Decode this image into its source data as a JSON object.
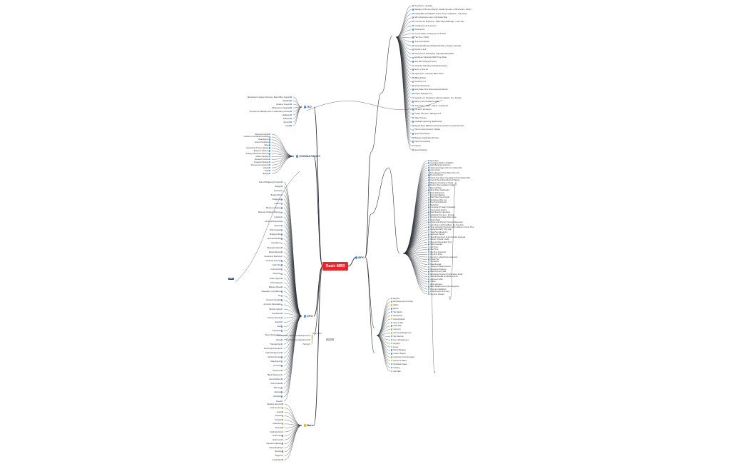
{
  "root": {
    "label": "Basic MBS"
  },
  "colors": {
    "root": "#e8262c",
    "edge": "#2b2f36",
    "dot_blue": "#4a90e2",
    "dot_orange": "#f5a623",
    "dot_green": "#7ed321",
    "dot_gray": "#9aa3ad",
    "tag": "#2b4a7d"
  },
  "branches": {
    "right_top": "BPO",
    "right_upper": "MBS",
    "left_top": "ITO",
    "left_upper": "CONSULTANCY",
    "left_mid": "CFO",
    "left_lower": "Banc",
    "left_small": "Andere",
    "left_tag": "Shared"
  },
  "upper_right": [
    {
      "text": "How Much + Quantity"
    },
    {
      "text": "Manager of the team Payroll, Handle the team • Office funds • Interim"
    },
    {
      "text": "Chargeable and Reliable source: Time Compliance • Jira testing"
    },
    {
      "text": "HR in Employee Loan • Job Roster Map"
    },
    {
      "text": "Less than 10 Employee • Takes Payroll Manager • Lean way"
    },
    {
      "text": "Compliance (1) 2 years FY"
    },
    {
      "text": "Outsourcing"
    },
    {
      "text": "If it pay Salary of Paying it is Full Time"
    },
    {
      "text": "Part Time • Shifts"
    },
    {
      "text": "Time at Employee"
    },
    {
      "text": "Automated Benefit (Weekly) Monthly • Sample Contracts"
    },
    {
      "text": "Double to Full"
    },
    {
      "text": "Check Score and Paying, Calculated Paid Value"
    },
    {
      "text": "Employee Submitted Shifts Time Sheet"
    },
    {
      "text": "New Hire Packing Process"
    },
    {
      "text": "Automate Attending Calendar Employee"
    },
    {
      "text": "Hours • Time tax"
    },
    {
      "text": "Agreement • Company Base Memo"
    },
    {
      "text": "Billing Activity"
    },
    {
      "text": "Overtime of 3"
    },
    {
      "text": "Human Resources"
    },
    {
      "text": "Entry Base Time Sheet Approval Service"
    },
    {
      "text": "Project Management"
    },
    {
      "text": "Supports of ( Timesheet ) with Compliance - No - Penalty"
    },
    {
      "text": "Daily by all Compliance Tasks"
    },
    {
      "text": "Travel Time • Office • Home • Unplanned"
    },
    {
      "text": "For each Job Report"
    },
    {
      "text": "Project Site (HC) • Management"
    },
    {
      "text": "Sales Process"
    },
    {
      "text": "Feedback gathering (Dashboard)"
    },
    {
      "text": "Report About Different Accounts Included a Contact Process"
    },
    {
      "text": "Partner Lists (Invoices Tracker)"
    },
    {
      "text": "Quote here Report"
    },
    {
      "text": "Business Application Process"
    },
    {
      "text": "Partner Processing"
    },
    {
      "text": "Partner"
    },
    {
      "text": "Event Date Set"
    }
  ],
  "lower_right": [
    {
      "text": "Execution"
    },
    {
      "text": "Integration Mode in Platform"
    },
    {
      "text": "Daily Bank Record Form"
    },
    {
      "text": "Statement Pages: Fill Out in Every Box"
    },
    {
      "text": "Auto Check"
    },
    {
      "text": "Entry Request Time Sheet from CA"
    },
    {
      "text": "Pending Period"
    },
    {
      "text": "Check Sum Box Incomplete And Completion File"
    },
    {
      "text": "Internal Time Sheet Record Tracker"
    },
    {
      "text": "Balance Consistency Check"
    },
    {
      "text": "Finance Reconciliation Update"
    },
    {
      "text": "Reconciliation"
    },
    {
      "text": "Time Sheet Dashboard"
    },
    {
      "text": "Internal Payment"
    },
    {
      "text": "Accounts Balance"
    },
    {
      "text": "Main Plan Payroll Audit"
    },
    {
      "text": "Employee Main Log"
    },
    {
      "text": "Pay Period Records"
    },
    {
      "text": "Deduction"
    },
    {
      "text": "Complete for Salary Calculator"
    },
    {
      "text": "Commission Entries"
    },
    {
      "text": "Main Benefit Calculation"
    },
    {
      "text": "Deduction Pay Run • Process"
    },
    {
      "text": "Pending (Due Date) Wise Value"
    },
    {
      "text": "Final Check"
    },
    {
      "text": "Check with Payroll, Process Adjustment"
    },
    {
      "text": "Auto Time, Full Time Bank, Fix Time Pay"
    },
    {
      "text": "Time Correction Payment with Inclusion of Over Time"
    },
    {
      "text": "Correction With Time Cap"
    },
    {
      "text": "Total Pay Adjustment"
    },
    {
      "text": "Approval, Payroll"
    },
    {
      "text": "Payroll Supervisor and Controller Approval"
    },
    {
      "text": "Report • Payroll • Audit"
    },
    {
      "text": "Payment Receivable Time"
    },
    {
      "text": "Data Overview"
    },
    {
      "text": "Full Time"
    },
    {
      "text": "Part Time"
    },
    {
      "text": "Pay Run Approved"
    },
    {
      "text": "Pay Run Final"
    },
    {
      "text": "Report to upload hours approved"
    },
    {
      "text": "Check Tax"
    },
    {
      "text": "Contractor"
    },
    {
      "text": "Date Remark"
    },
    {
      "text": "Change in Bank Account"
    },
    {
      "text": "Employee Payment"
    },
    {
      "text": "Date Payment Mail"
    },
    {
      "text": "Employee Payment Confirmation Email"
    },
    {
      "text": "Account Details and Paid Amount"
    },
    {
      "text": "Approval • Mail"
    },
    {
      "text": "Status"
    },
    {
      "text": "Bank payment"
    },
    {
      "text": "Bank Details and Confirm Payment"
    },
    {
      "text": "Payment Validation"
    },
    {
      "text": "Final Review Summary"
    },
    {
      "text": "Pay Run Closure"
    }
  ],
  "bottom_right": [
    {
      "text": "Reports"
    },
    {
      "text": "Employee pay summary"
    },
    {
      "text": "Salary"
    },
    {
      "text": "Bonus"
    },
    {
      "text": "Tax Report"
    },
    {
      "text": "Allowances"
    },
    {
      "text": "Annual Report"
    },
    {
      "text": "Year to date"
    },
    {
      "text": "Audit Plan"
    },
    {
      "text": "Year end"
    },
    {
      "text": "Account Management"
    },
    {
      "text": "Tax Records"
    },
    {
      "text": "Gen. Management"
    },
    {
      "text": "Payslips"
    },
    {
      "text": "Leave"
    },
    {
      "text": "Notes Manager"
    },
    {
      "text": "Custom Report"
    },
    {
      "text": "Customer Communication"
    },
    {
      "text": "Queries & Tasks"
    },
    {
      "text": "Feedback Status"
    },
    {
      "text": "Training"
    },
    {
      "text": "Add Task"
    }
  ],
  "ito": [
    {
      "text": "Maintenance Support Services, Back Office Support"
    },
    {
      "text": "Helpdesk"
    },
    {
      "text": "Desktop Support"
    },
    {
      "text": "Infrastructure Upgrade"
    },
    {
      "text": "Provision of hardware and IT Networking services"
    },
    {
      "text": "Hardware"
    },
    {
      "text": "Software"
    },
    {
      "text": "Security"
    },
    {
      "text": "Cloud"
    }
  ],
  "consultancy": [
    {
      "text": "Business Insight"
    },
    {
      "text": "Customer and Market Analysis"
    },
    {
      "text": "Data Source"
    },
    {
      "text": "Future Prediction"
    },
    {
      "text": "Sales"
    },
    {
      "text": "Accounting Process Design"
    },
    {
      "text": "Business Advisory"
    },
    {
      "text": "Strategic Business Planning"
    },
    {
      "text": "Market Strategy"
    },
    {
      "text": "Research Advice"
    },
    {
      "text": "Financial Strategy"
    },
    {
      "text": "Process Improvement"
    },
    {
      "text": "Growth"
    },
    {
      "text": "Audit"
    },
    {
      "text": "Budget"
    }
  ],
  "cfo": [
    {
      "text": "Role of Budgeting Process"
    },
    {
      "text": "Budget"
    },
    {
      "text": "Forecast"
    },
    {
      "text": "Budget Plan"
    },
    {
      "text": "Budgeting"
    },
    {
      "text": "Finance"
    },
    {
      "text": "Business Analysis"
    },
    {
      "text": "Business Strategy Planning"
    },
    {
      "text": "Funding"
    },
    {
      "text": "Financial Reporting"
    },
    {
      "text": "Reports"
    },
    {
      "text": "Risk Analysis"
    },
    {
      "text": "Strategic Risk"
    },
    {
      "text": "Operational Risk"
    },
    {
      "text": "Compliance"
    },
    {
      "text": "Business Advice"
    },
    {
      "text": "Board Meeting"
    },
    {
      "text": "Investment Planning"
    },
    {
      "text": "Financial Forecast"
    },
    {
      "text": "Cash Flow"
    },
    {
      "text": "Cost Control"
    },
    {
      "text": "Reporting"
    },
    {
      "text": "Data Integrity"
    },
    {
      "text": "KPI Analysis"
    },
    {
      "text": "Balance Sheet"
    },
    {
      "text": "Regulatory Compliance"
    },
    {
      "text": "Tax"
    },
    {
      "text": "Accounts Payable"
    },
    {
      "text": "Accounts Receivable"
    },
    {
      "text": "Monthly Close"
    },
    {
      "text": "Operations"
    },
    {
      "text": "Process Review"
    },
    {
      "text": "Payroll"
    },
    {
      "text": "Staff"
    },
    {
      "text": "Timesheet"
    },
    {
      "text": "Team Management"
    },
    {
      "text": "Hiring"
    },
    {
      "text": "Training Plan"
    },
    {
      "text": "Performance Review"
    },
    {
      "text": "Cash Management"
    },
    {
      "text": "Monthly Review"
    },
    {
      "text": "Daily Report"
    },
    {
      "text": "Accounts"
    },
    {
      "text": "Payments"
    },
    {
      "text": "Bank Statement"
    },
    {
      "text": "Reconciliation"
    },
    {
      "text": "Other Duties"
    },
    {
      "text": "Planning"
    },
    {
      "text": "Meeting"
    },
    {
      "text": "Schedule"
    },
    {
      "text": "Travel"
    }
  ],
  "banc": [
    {
      "text": "Banking Services"
    },
    {
      "text": "Cash Account"
    },
    {
      "text": "Loans"
    },
    {
      "text": "Deposit"
    },
    {
      "text": "Transfer"
    },
    {
      "text": "Investment"
    },
    {
      "text": "Savings"
    },
    {
      "text": "Card Services"
    },
    {
      "text": "Credit Card"
    },
    {
      "text": "Debit Card"
    },
    {
      "text": "Payment Gateway"
    },
    {
      "text": "Online Banking"
    },
    {
      "text": "Security"
    },
    {
      "text": "Support"
    },
    {
      "text": "Fraud Alert"
    }
  ],
  "andere": [
    {
      "text": "New Software / Business development"
    },
    {
      "text": "New Business development"
    },
    {
      "text": "Partner"
    }
  ]
}
